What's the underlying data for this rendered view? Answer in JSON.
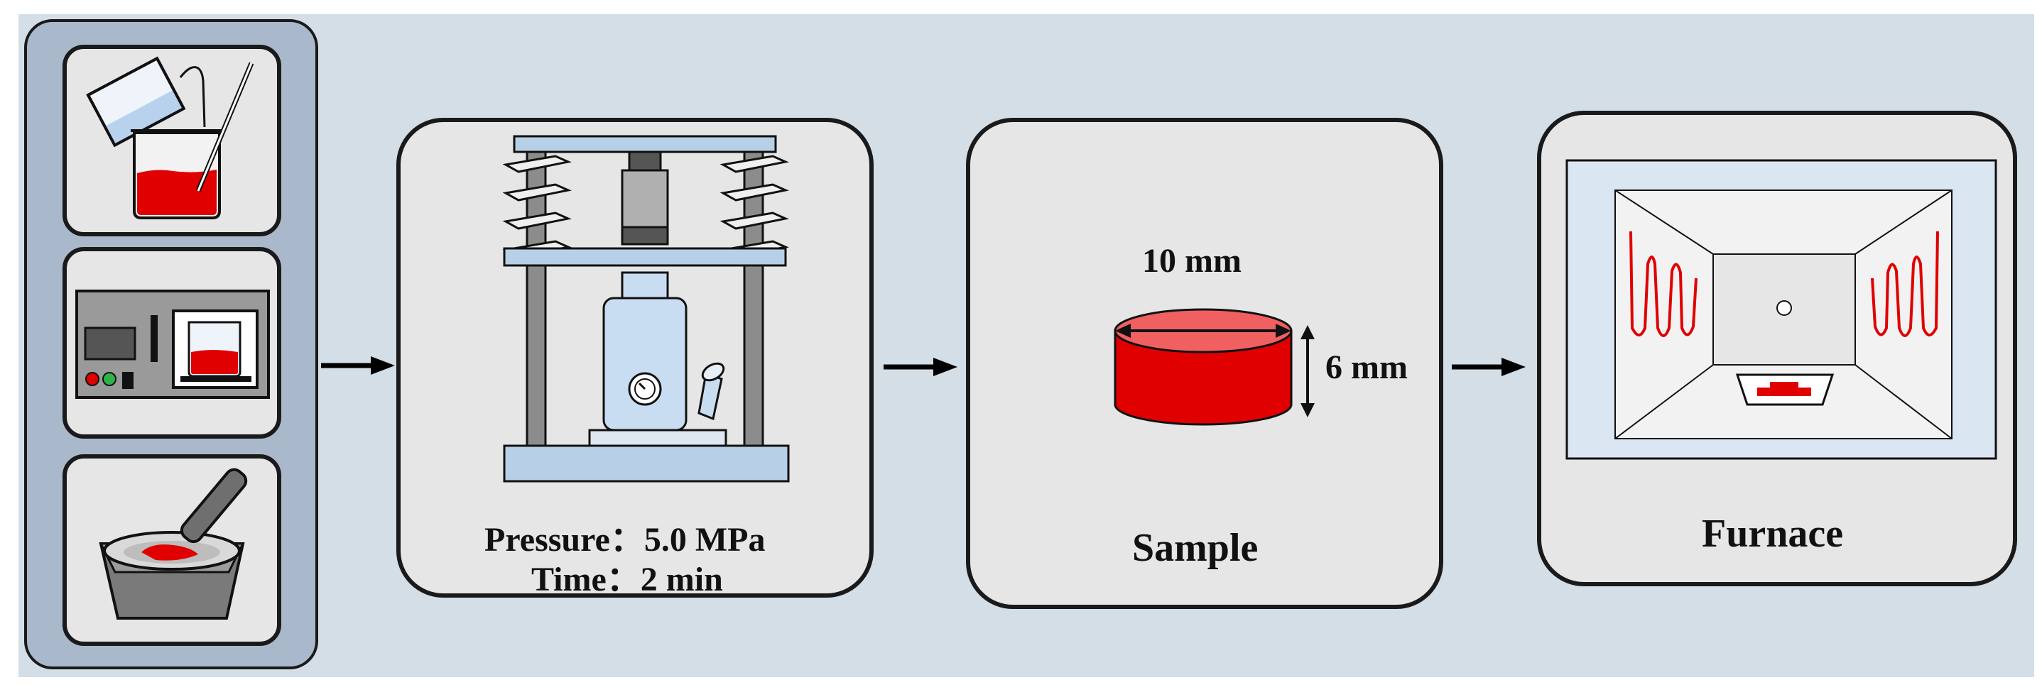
{
  "press": {
    "pressure_label": "Pressure：5.0 MPa",
    "time_label": "Time：2 min"
  },
  "sample": {
    "diameter_label": "10 mm",
    "height_label": "6 mm",
    "title": "Sample"
  },
  "furnace": {
    "title": "Furnace"
  },
  "colors": {
    "background": "#d3dee7",
    "prep_panel": "#a9b9cb",
    "box_fill": "#e6e6e6",
    "sample_red": "#e00000",
    "sample_top": "#f06060",
    "heater_red": "#e00000",
    "press_blue": "#b8cfe8"
  },
  "icons": {
    "step1": "beaker-pour-icon",
    "step2": "drying-oven-icon",
    "step3": "mortar-pestle-icon",
    "press": "hydraulic-press-icon",
    "sample": "cylinder-pellet-icon",
    "furnace": "furnace-icon"
  }
}
